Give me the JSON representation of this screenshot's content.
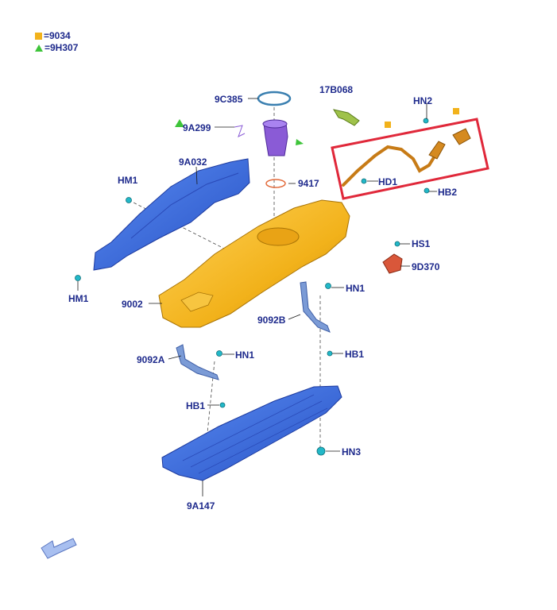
{
  "legend": [
    {
      "symbol": "square",
      "text": "=9034"
    },
    {
      "symbol": "triangle",
      "text": "=9H307"
    }
  ],
  "labels": {
    "l_9c385": "9C385",
    "l_17b068": "17B068",
    "l_hn2": "HN2",
    "l_9a299": "9A299",
    "l_9a032": "9A032",
    "l_hm1_top": "HM1",
    "l_9417": "9417",
    "l_hd1": "HD1",
    "l_hb2": "HB2",
    "l_hs1": "HS1",
    "l_9d370": "9D370",
    "l_hm1_bottom": "HM1",
    "l_9002": "9002",
    "l_hn1_right": "HN1",
    "l_9092b": "9092B",
    "l_hb1_right": "HB1",
    "l_9092a": "9092A",
    "l_hn1_left": "HN1",
    "l_hb1_left": "HB1",
    "l_hn3": "HN3",
    "l_9a147": "9A147"
  },
  "colors": {
    "label_text": "#1e2a8c",
    "tank": "#f2b21b",
    "shield": "#3d6fe0",
    "strap": "#7b9bd6",
    "pump": "#8a5bd6",
    "fastener": "#22b8c8",
    "highlight_box": "#e0283a",
    "legend_square": "#f2b21b",
    "legend_triangle": "#3ec43a"
  }
}
